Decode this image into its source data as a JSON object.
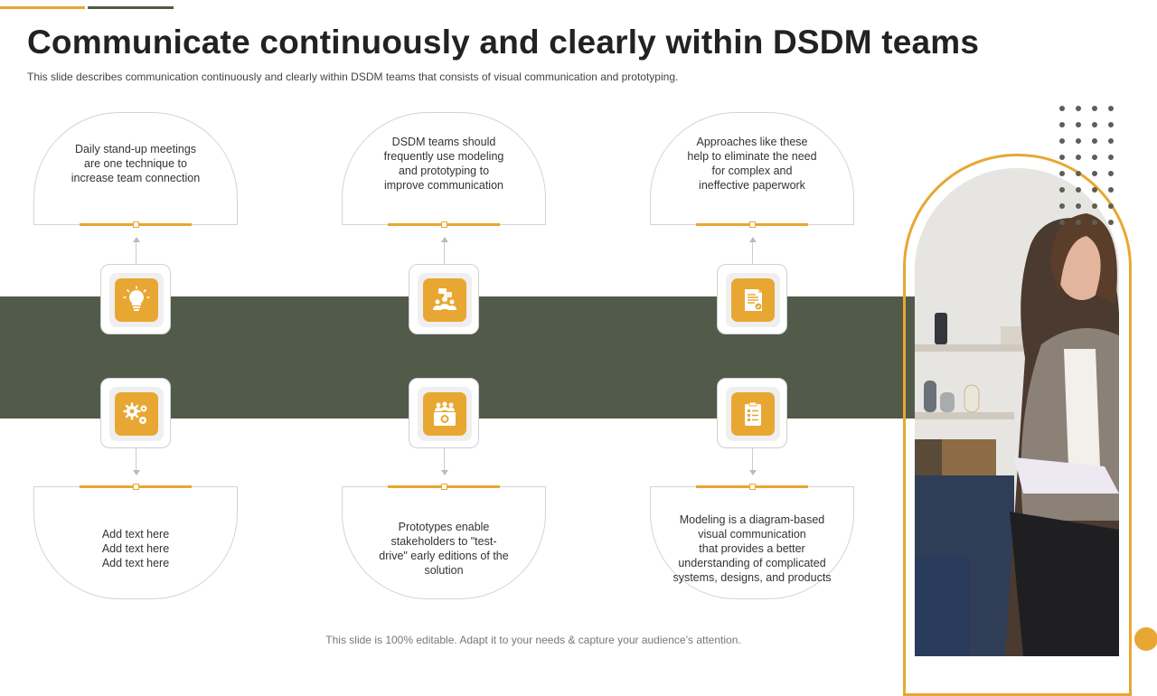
{
  "title": "Communicate continuously and clearly within DSDM teams",
  "subtitle": "This slide describes communication continuously and clearly within DSDM teams that consists of visual communication and prototyping.",
  "cards": {
    "top": [
      {
        "text": "Daily stand-up meetings\nare one technique to\nincrease team connection",
        "icon": "lightbulb-icon"
      },
      {
        "text": "DSDM teams should\nfrequently use modeling\nand prototyping to\nimprove communication",
        "icon": "team-meeting-icon"
      },
      {
        "text": "Approaches like these\nhelp to eliminate the need\nfor complex and\nineffective paperwork",
        "icon": "document-icon"
      }
    ],
    "bottom": [
      {
        "text": "Add text here\nAdd text here\nAdd text here",
        "icon": "gears-icon"
      },
      {
        "text": "Prototypes enable\nstakeholders to \"test-\ndrive\" early editions of the\nsolution",
        "icon": "presentation-team-icon"
      },
      {
        "text": "Modeling is a diagram-based\nvisual communication\nthat provides a better\nunderstanding of complicated\nsystems, designs, and products",
        "icon": "clipboard-checklist-icon"
      }
    ]
  },
  "footer": "This slide is 100% editable. Adapt it to your needs & capture your audience’s attention.",
  "colors": {
    "accent": "#E8A732",
    "band": "#525A4A"
  }
}
